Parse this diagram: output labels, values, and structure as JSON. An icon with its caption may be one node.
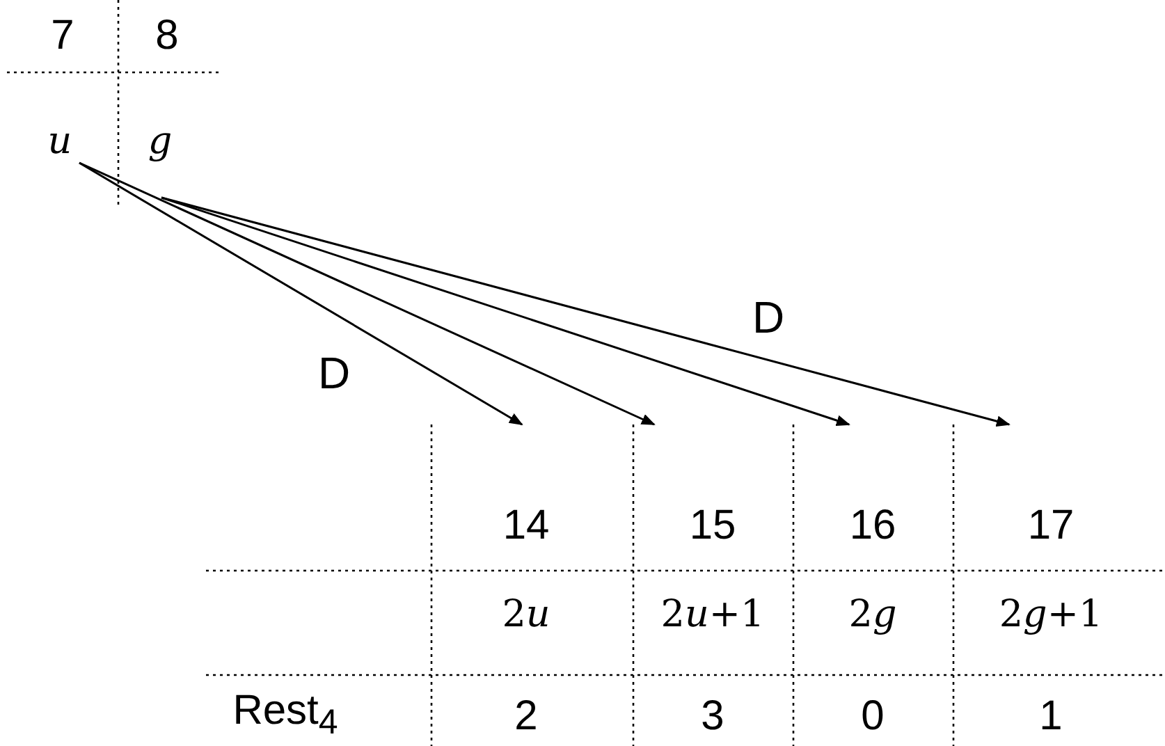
{
  "diagram": {
    "nodes": [
      {
        "text": [
          "u"
        ]
      },
      {
        "text": [
          "g"
        ]
      },
      {
        "text": [
          "14"
        ]
      },
      {
        "text": [
          "15"
        ]
      },
      {
        "text": [
          "16"
        ]
      },
      {
        "text": [
          "17"
        ]
      }
    ],
    "edges": [
      {
        "from": 0,
        "to": 2,
        "arrow": "to",
        "label": "D"
      },
      {
        "from": 0,
        "to": 3,
        "arrow": "to"
      },
      {
        "from": 1,
        "to": 4,
        "arrow": "to"
      },
      {
        "from": 1,
        "to": 5,
        "arrow": "to",
        "label": "D"
      }
    ],
    "labels": [
      "7",
      "8",
      "2u",
      "2u+1",
      "2g",
      "2g+1",
      "Rest$_{4}$",
      "2",
      "3",
      "0",
      "1"
    ]
  }
}
